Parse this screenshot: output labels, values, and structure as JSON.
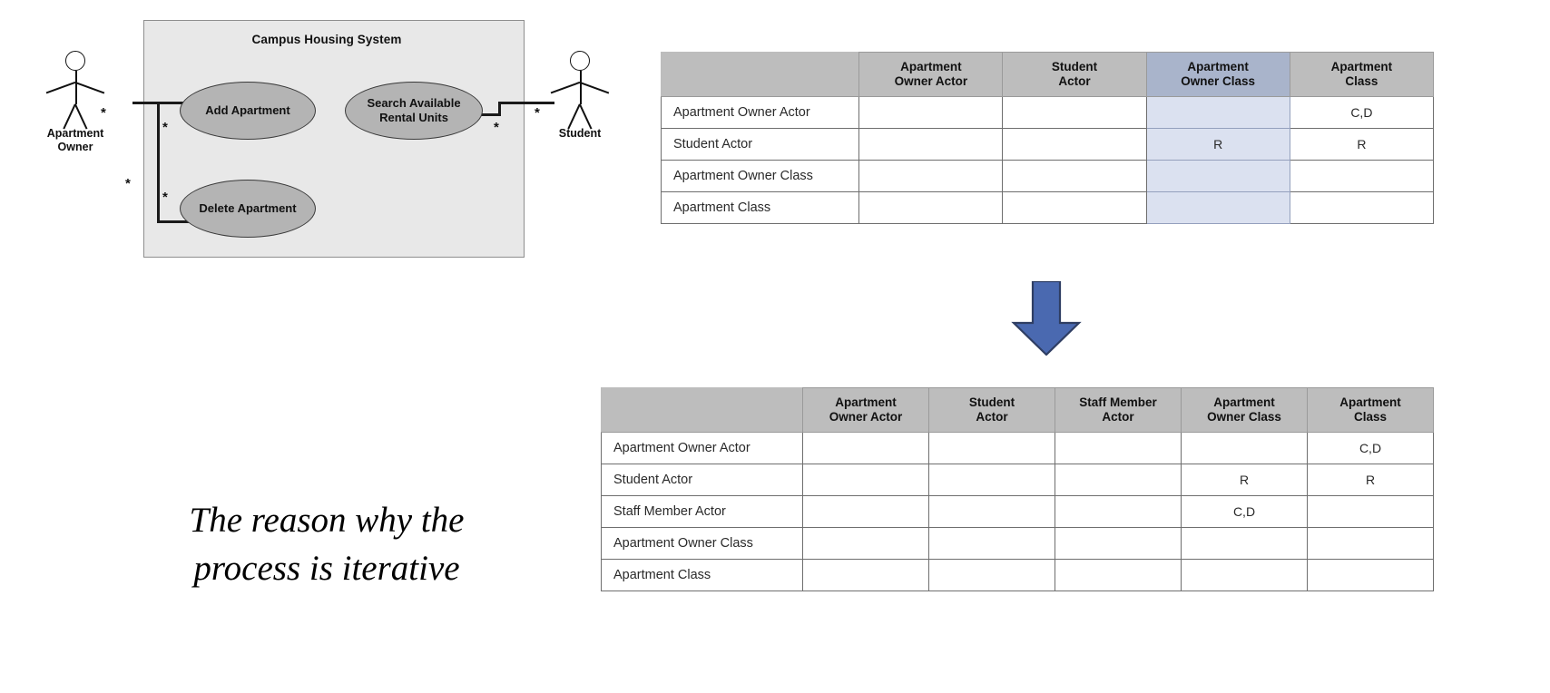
{
  "diagram": {
    "system_title": "Campus Housing System",
    "use_cases": [
      {
        "id": "add-apartment",
        "label": "Add Apartment"
      },
      {
        "id": "search-available-rental-units",
        "label": "Search Available\nRental Units"
      },
      {
        "id": "delete-apartment",
        "label": "Delete Apartment"
      }
    ],
    "actors": [
      {
        "id": "apartment-owner",
        "label": "Apartment\nOwner"
      },
      {
        "id": "student",
        "label": "Student"
      }
    ],
    "multiplicity_symbol": "*",
    "multiplicities": [
      "*",
      "*",
      "*",
      "*",
      "*",
      "*"
    ],
    "colors": {
      "system_fill": "#e8e8e8",
      "system_border": "#8e8e8e",
      "ellipse_fill": "#b4b4b4",
      "ellipse_border": "#3a3a3a",
      "line": "#1a1a1a"
    }
  },
  "arrow": {
    "name": "down-arrow",
    "direction": "down",
    "color": "#4a69b0",
    "outline": "#2f3e63"
  },
  "caption": {
    "line1": "The reason why the",
    "line2": "process is iterative",
    "text": "The reason why the process is iterative"
  },
  "matrix_top": {
    "name": "dependency-matrix-iteration-1",
    "corner_label": "",
    "columns": [
      "Apartment\nOwner Actor",
      "Student\nActor",
      "Apartment\nOwner Class",
      "Apartment\nClass"
    ],
    "highlighted_column_index": 2,
    "highlight_header_color": "#a9b4cb",
    "highlight_cell_color": "#dbe1f0",
    "rows": [
      {
        "label": "Apartment Owner Actor",
        "cells": [
          "",
          "",
          "",
          "C,D"
        ]
      },
      {
        "label": "Student Actor",
        "cells": [
          "",
          "",
          "R",
          "R"
        ]
      },
      {
        "label": "Apartment Owner Class",
        "cells": [
          "",
          "",
          "",
          ""
        ]
      },
      {
        "label": "Apartment Class",
        "cells": [
          "",
          "",
          "",
          ""
        ]
      }
    ]
  },
  "matrix_bottom": {
    "name": "dependency-matrix-iteration-2",
    "corner_label": "",
    "columns": [
      "Apartment\nOwner Actor",
      "Student\nActor",
      "Staff Member\nActor",
      "Apartment\nOwner Class",
      "Apartment\nClass"
    ],
    "highlighted_column_index": -1,
    "rows": [
      {
        "label": "Apartment Owner Actor",
        "cells": [
          "",
          "",
          "",
          "",
          "C,D"
        ]
      },
      {
        "label": "Student Actor",
        "cells": [
          "",
          "",
          "",
          "R",
          "R"
        ]
      },
      {
        "label": "Staff Member Actor",
        "cells": [
          "",
          "",
          "",
          "C,D",
          ""
        ]
      },
      {
        "label": "Apartment Owner Class",
        "cells": [
          "",
          "",
          "",
          "",
          ""
        ]
      },
      {
        "label": "Apartment Class",
        "cells": [
          "",
          "",
          "",
          "",
          ""
        ]
      }
    ]
  }
}
